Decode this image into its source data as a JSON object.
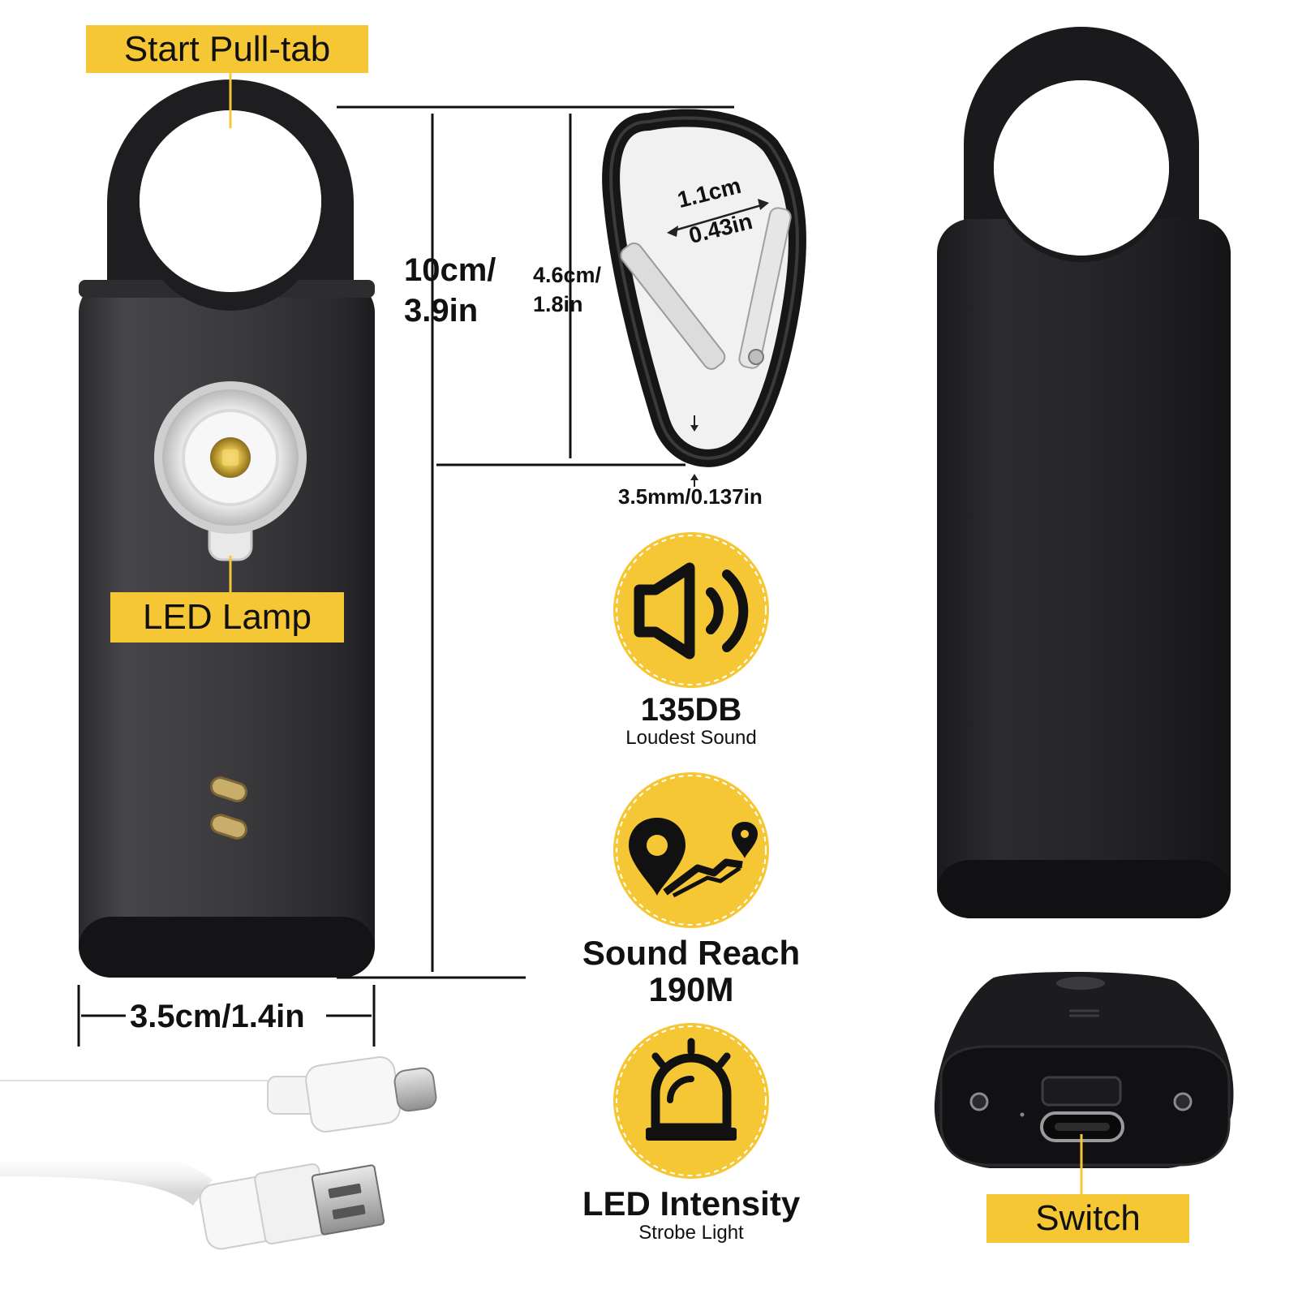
{
  "labels": {
    "start_pull_tab": "Start Pull-tab",
    "led_lamp": "LED Lamp",
    "switch": "Switch"
  },
  "dimensions": {
    "height_cm": "10cm/",
    "height_in": "3.9in",
    "width": "3.5cm/1.4in",
    "carabiner_h_cm": "4.6cm/",
    "carabiner_h_in": "1.8in",
    "opening_cm": "1.1cm",
    "opening_in": "0.43in",
    "thickness": "3.5mm/0.137in"
  },
  "features": [
    {
      "icon": "speaker-icon",
      "title": "135DB",
      "subtitle": "Loudest Sound"
    },
    {
      "icon": "location-route-icon",
      "title_line1": "Sound Reach",
      "title_line2": "190M"
    },
    {
      "icon": "siren-light-icon",
      "title": "LED Intensity",
      "subtitle": "Strobe Light"
    }
  ],
  "colors": {
    "accent_yellow": "#f6c735",
    "device_black": "#1c1c1e",
    "cable_white": "#f2f2f2"
  }
}
